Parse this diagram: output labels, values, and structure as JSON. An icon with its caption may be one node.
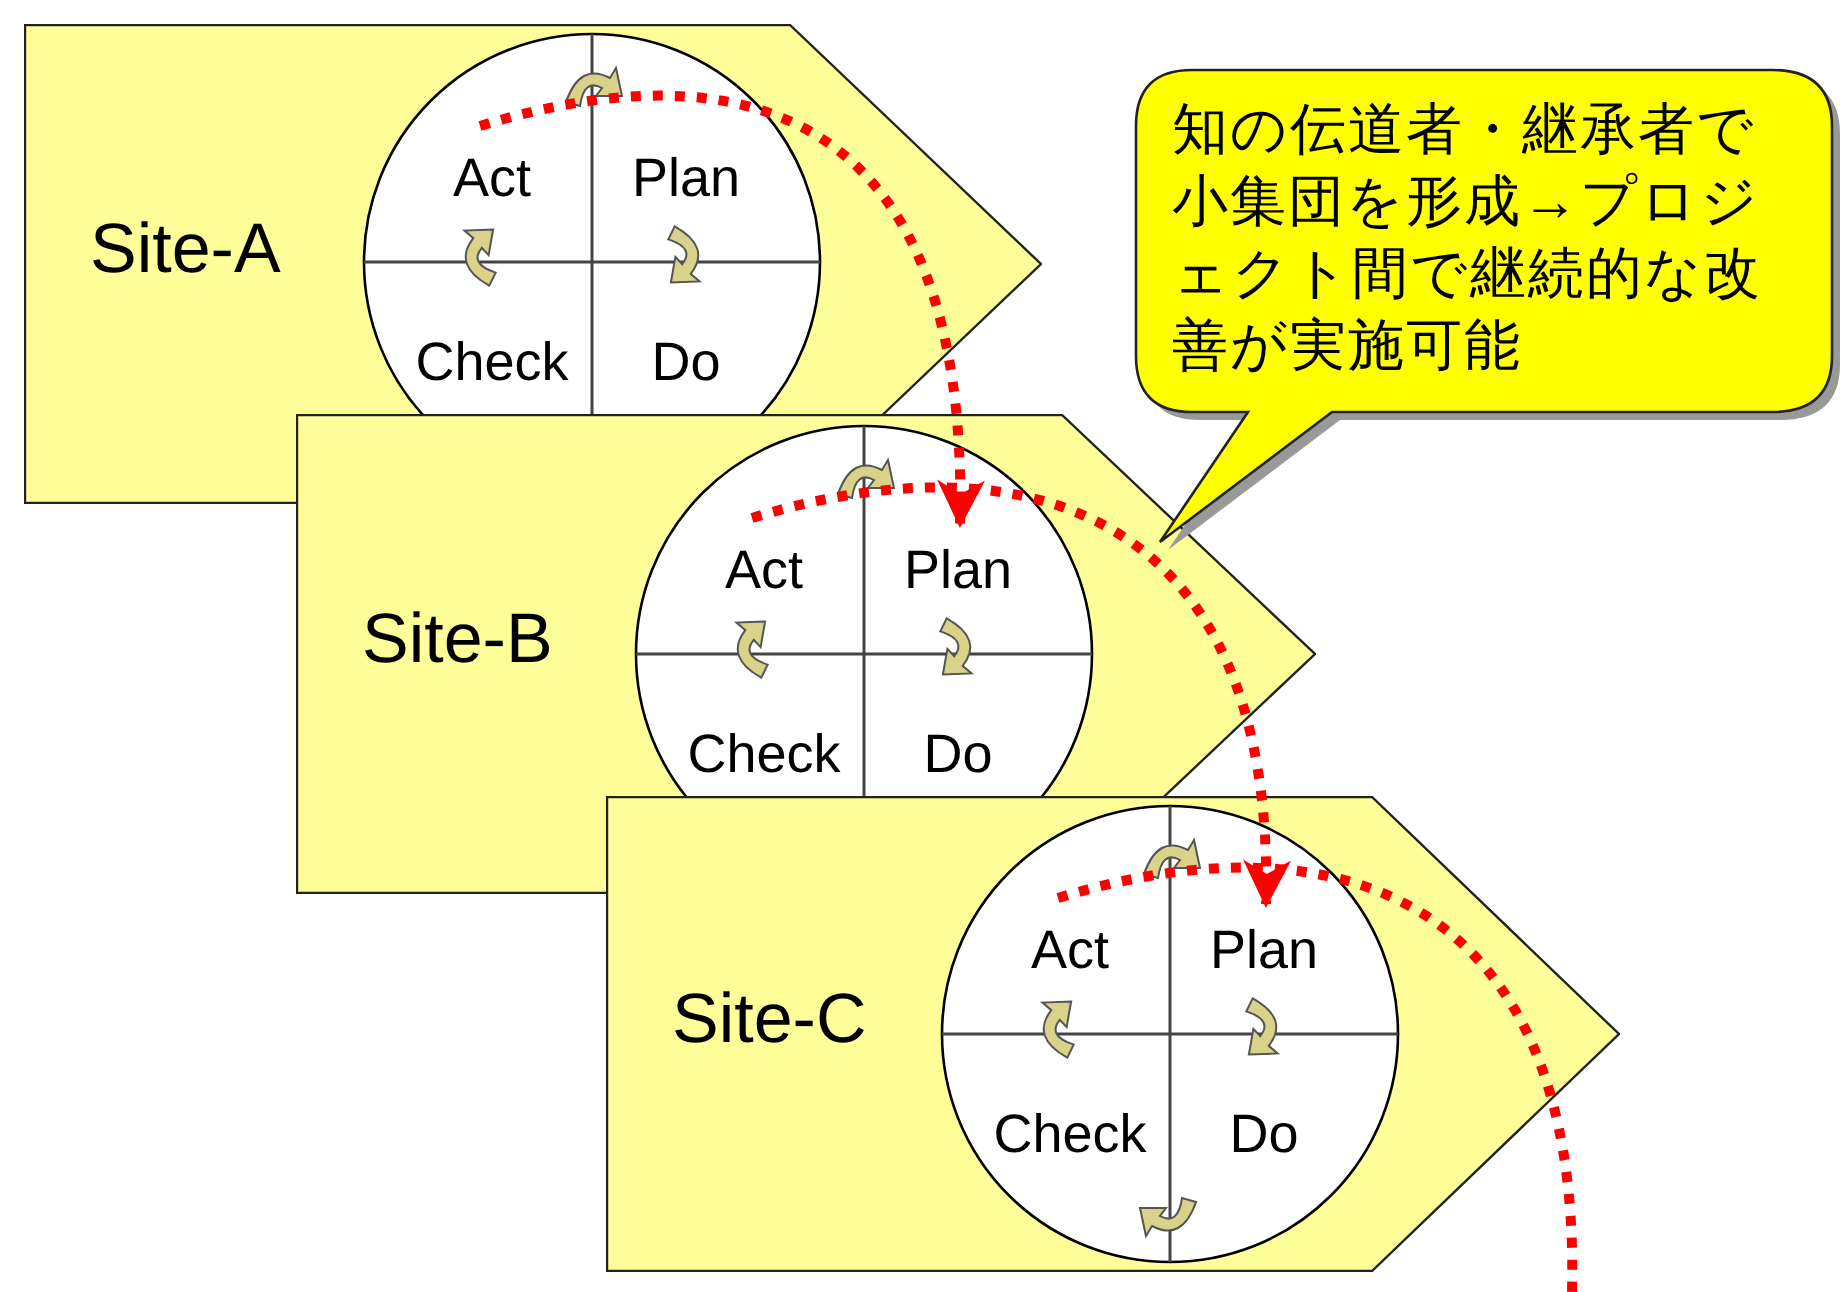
{
  "diagram": {
    "nodes": [
      {
        "text": [
          "Site-A"
        ]
      },
      {
        "text": [
          "Act",
          "Plan",
          "Check",
          "Do"
        ],
        "in": 0
      },
      {
        "text": [
          "Site-B"
        ]
      },
      {
        "text": [
          "Act",
          "Plan",
          "Check",
          "Do"
        ],
        "in": 2
      },
      {
        "text": [
          "Site-C"
        ]
      },
      {
        "text": [
          "Act",
          "Plan",
          "Check",
          "Do"
        ],
        "in": 4
      },
      {
        "text": [
          "知の伝道者・継承者で小集団を形成→プロジェクト間で継続的な改善が実施可能"
        ]
      }
    ],
    "edges": [
      {
        "from": 1,
        "to": 3,
        "arrow": "to",
        "style": "dashed",
        "color": "#ff0000"
      },
      {
        "from": 3,
        "to": 5,
        "arrow": "to",
        "style": "dashed",
        "color": "#ff0000"
      },
      {
        "from": 5,
        "to": null,
        "arrow": "none",
        "style": "dashed",
        "color": "#ff0000"
      }
    ]
  }
}
